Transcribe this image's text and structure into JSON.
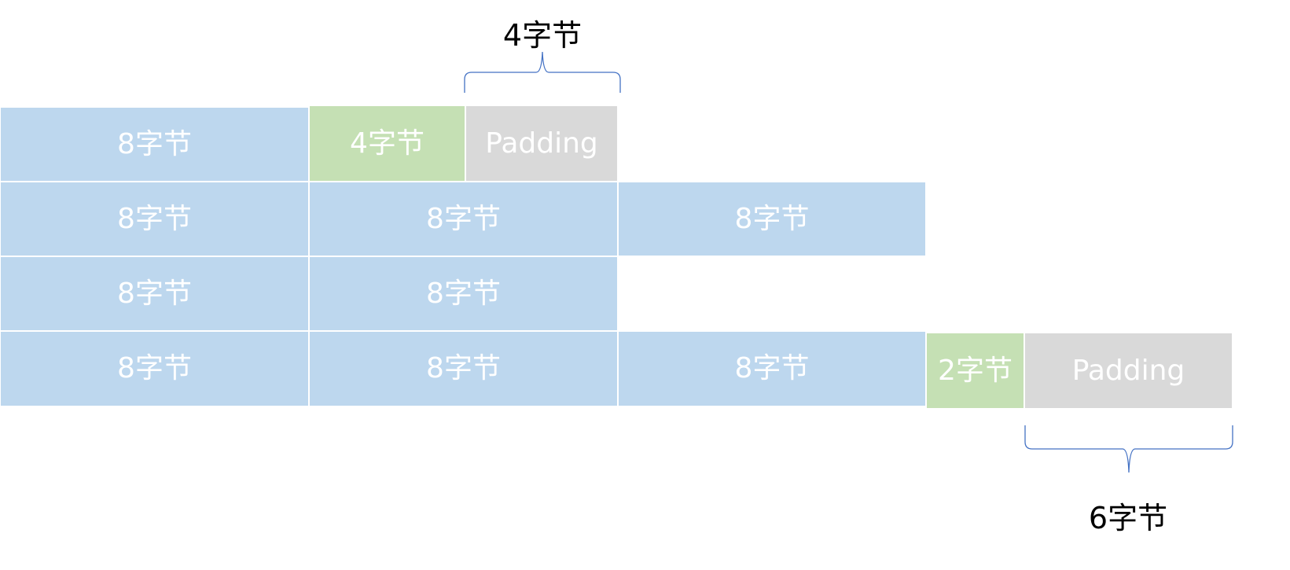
{
  "rows": [
    {
      "id": "row1",
      "cells": [
        {
          "id": "r1c1",
          "label": "8字节",
          "kind": "blue"
        },
        {
          "id": "r1c2",
          "label": "4字节",
          "kind": "green"
        },
        {
          "id": "r1c3",
          "label": "Padding",
          "kind": "gray"
        }
      ]
    },
    {
      "id": "row2",
      "cells": [
        {
          "id": "r2c1",
          "label": "8字节",
          "kind": "blue"
        },
        {
          "id": "r2c2",
          "label": "8字节",
          "kind": "blue"
        },
        {
          "id": "r2c3",
          "label": "8字节",
          "kind": "blue"
        }
      ]
    },
    {
      "id": "row3",
      "cells": [
        {
          "id": "r3c1",
          "label": "8字节",
          "kind": "blue"
        },
        {
          "id": "r3c2",
          "label": "8字节",
          "kind": "blue"
        }
      ]
    },
    {
      "id": "row4",
      "cells": [
        {
          "id": "r4c1",
          "label": "8字节",
          "kind": "blue"
        },
        {
          "id": "r4c2",
          "label": "8字节",
          "kind": "blue"
        },
        {
          "id": "r4c3",
          "label": "8字节",
          "kind": "blue"
        },
        {
          "id": "r4c4",
          "label": "2字节",
          "kind": "green"
        },
        {
          "id": "r4c5",
          "label": "Padding",
          "kind": "gray"
        }
      ]
    }
  ],
  "annotations": {
    "top_padding_size": "4字节",
    "bottom_padding_size": "6字节"
  },
  "colors": {
    "eight_byte": "#bdd7ee",
    "small_field": "#c5e0b4",
    "padding": "#d9d9d9",
    "brace": "#4472c4"
  }
}
